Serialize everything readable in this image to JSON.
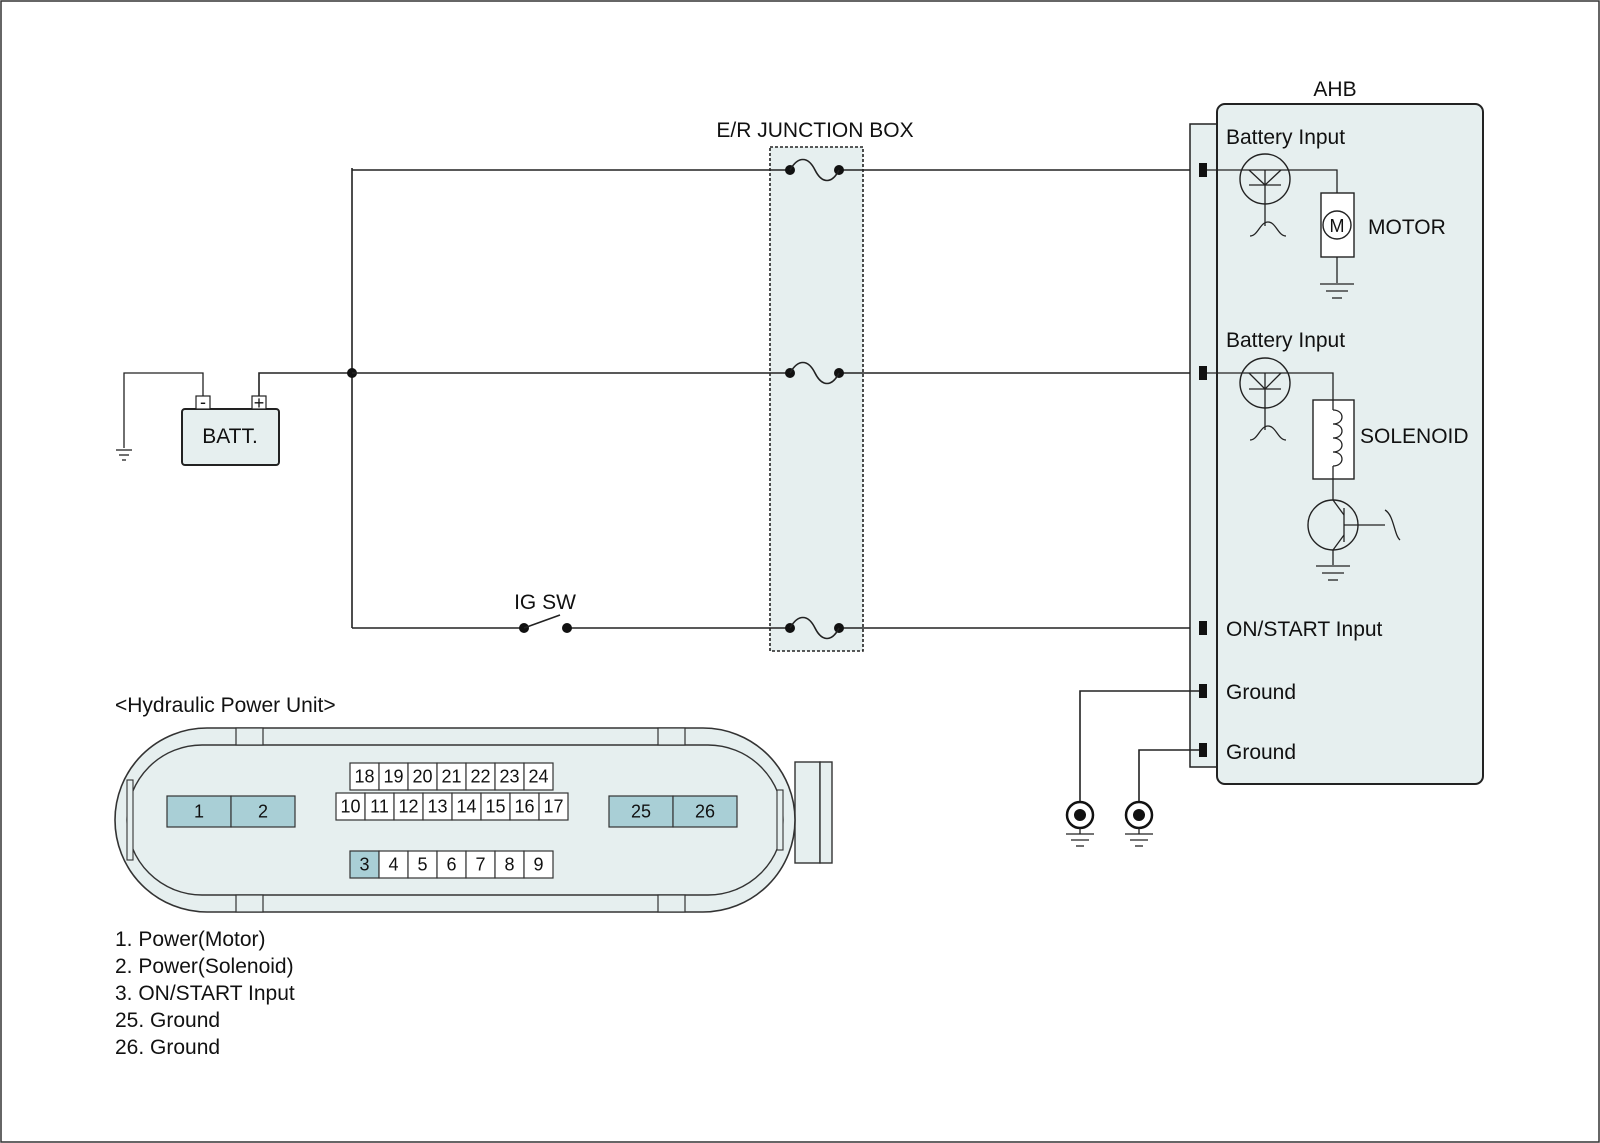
{
  "diagram": {
    "battery_label": "BATT.",
    "battery_minus": "-",
    "battery_plus": "+",
    "junction_box_label": "E/R JUNCTION BOX",
    "ig_switch_label": "IG SW",
    "ahb": {
      "title": "AHB",
      "battery_input_1": "Battery Input",
      "battery_input_2": "Battery Input",
      "motor_label": "MOTOR",
      "motor_symbol": "M",
      "solenoid_label": "SOLENOID",
      "on_start_input": "ON/START Input",
      "ground_1": "Ground",
      "ground_2": "Ground"
    }
  },
  "connector": {
    "title": "<Hydraulic Power Unit>",
    "pins_top_row": [
      "18",
      "19",
      "20",
      "21",
      "22",
      "23",
      "24"
    ],
    "pins_middle_row": [
      "10",
      "11",
      "12",
      "13",
      "14",
      "15",
      "16",
      "17"
    ],
    "pins_bottom_row": [
      "3",
      "4",
      "5",
      "6",
      "7",
      "8",
      "9"
    ],
    "pins_left": [
      "1",
      "2"
    ],
    "pins_right": [
      "25",
      "26"
    ],
    "highlight_color": "#a9cfd6"
  },
  "legend": [
    "1. Power(Motor)",
    "2. Power(Solenoid)",
    "3. ON/START Input",
    "25. Ground",
    "26. Ground"
  ]
}
